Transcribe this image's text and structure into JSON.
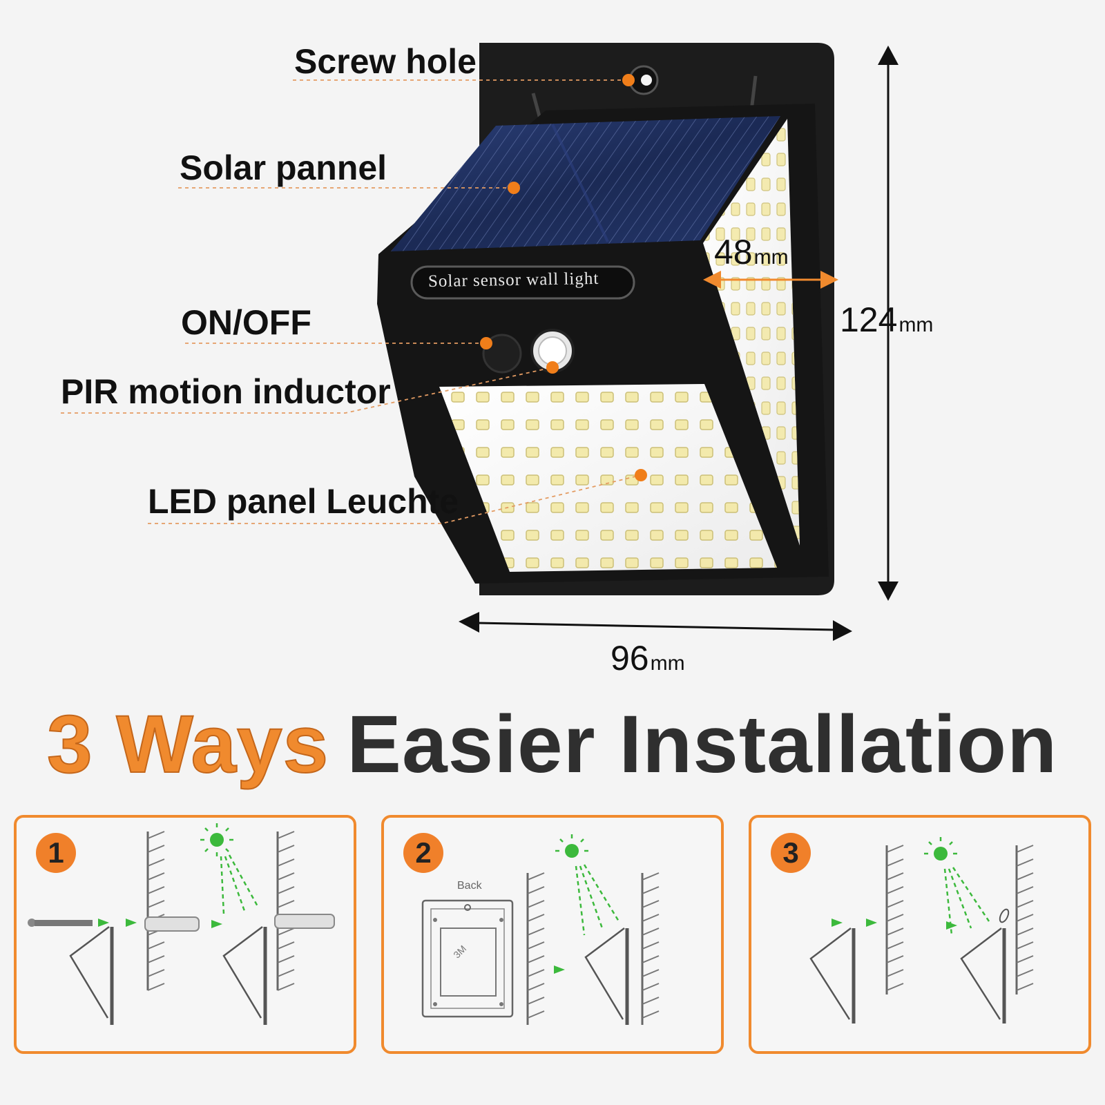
{
  "callouts": {
    "screw_hole": "Screw hole",
    "solar_panel": "Solar pannel",
    "on_off": "ON/OFF",
    "pir": "PIR motion inductor",
    "led_panel": "LED panel Leuchte"
  },
  "product": {
    "label": "Solar sensor wall light"
  },
  "dimensions": {
    "depth": {
      "value": "48",
      "unit": "mm"
    },
    "height": {
      "value": "124",
      "unit": "mm"
    },
    "width": {
      "value": "96",
      "unit": "mm"
    }
  },
  "headline": {
    "accent": "3 Ways",
    "rest": "Easier Installation"
  },
  "steps": [
    {
      "number": "1"
    },
    {
      "number": "2",
      "back_label": "Back",
      "tape_label": "3M"
    },
    {
      "number": "3"
    }
  ],
  "colors": {
    "accent": "#f08a2e",
    "arrow_green": "#3cb93c",
    "callout_dot": "#f07e1a",
    "product_body": "#1a1a1a"
  }
}
